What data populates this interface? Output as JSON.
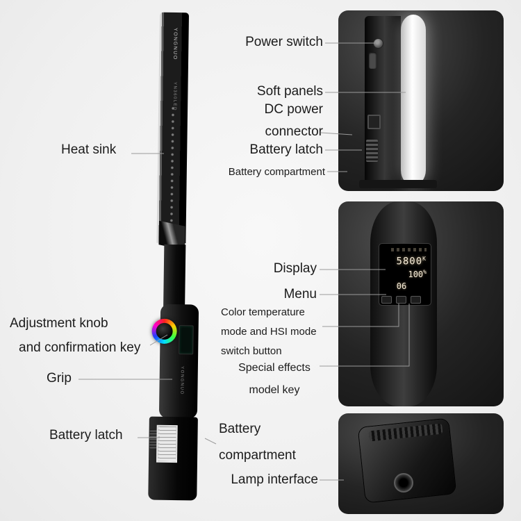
{
  "callouts": {
    "power_switch": "Power switch",
    "soft_panels": "Soft panels",
    "dc_power_1": "DC power",
    "dc_power_2": "connector",
    "battery_latch_top": "Battery latch",
    "battery_compartment_top": "Battery compartment",
    "heat_sink": "Heat sink",
    "display": "Display",
    "menu": "Menu",
    "ct_hsi_1": "Color temperature",
    "ct_hsi_2": "mode and HSI mode",
    "ct_hsi_3": "switch button",
    "special_effects_1": "Special effects",
    "special_effects_2": "model key",
    "adjustment_knob_1": "Adjustment knob",
    "adjustment_knob_2": "and confirmation key",
    "grip": "Grip",
    "battery_latch_bottom": "Battery latch",
    "battery_compartment_bottom_1": "Battery",
    "battery_compartment_bottom_2": "compartment",
    "lamp_interface": "Lamp interface"
  },
  "product": {
    "brand": "YONGNUO",
    "model": "YN360LED",
    "grip_brand": "YONGNUO"
  },
  "display_screen": {
    "color_temp_value": "5800",
    "color_temp_unit": "K",
    "brightness_value": "100",
    "brightness_unit": "%",
    "mode_value": "06"
  },
  "colors": {
    "background": "#f2f2f2",
    "label_text": "#1b1b1b",
    "leader_line": "#9a9a9a",
    "screen_text": "#f6ecd8"
  }
}
